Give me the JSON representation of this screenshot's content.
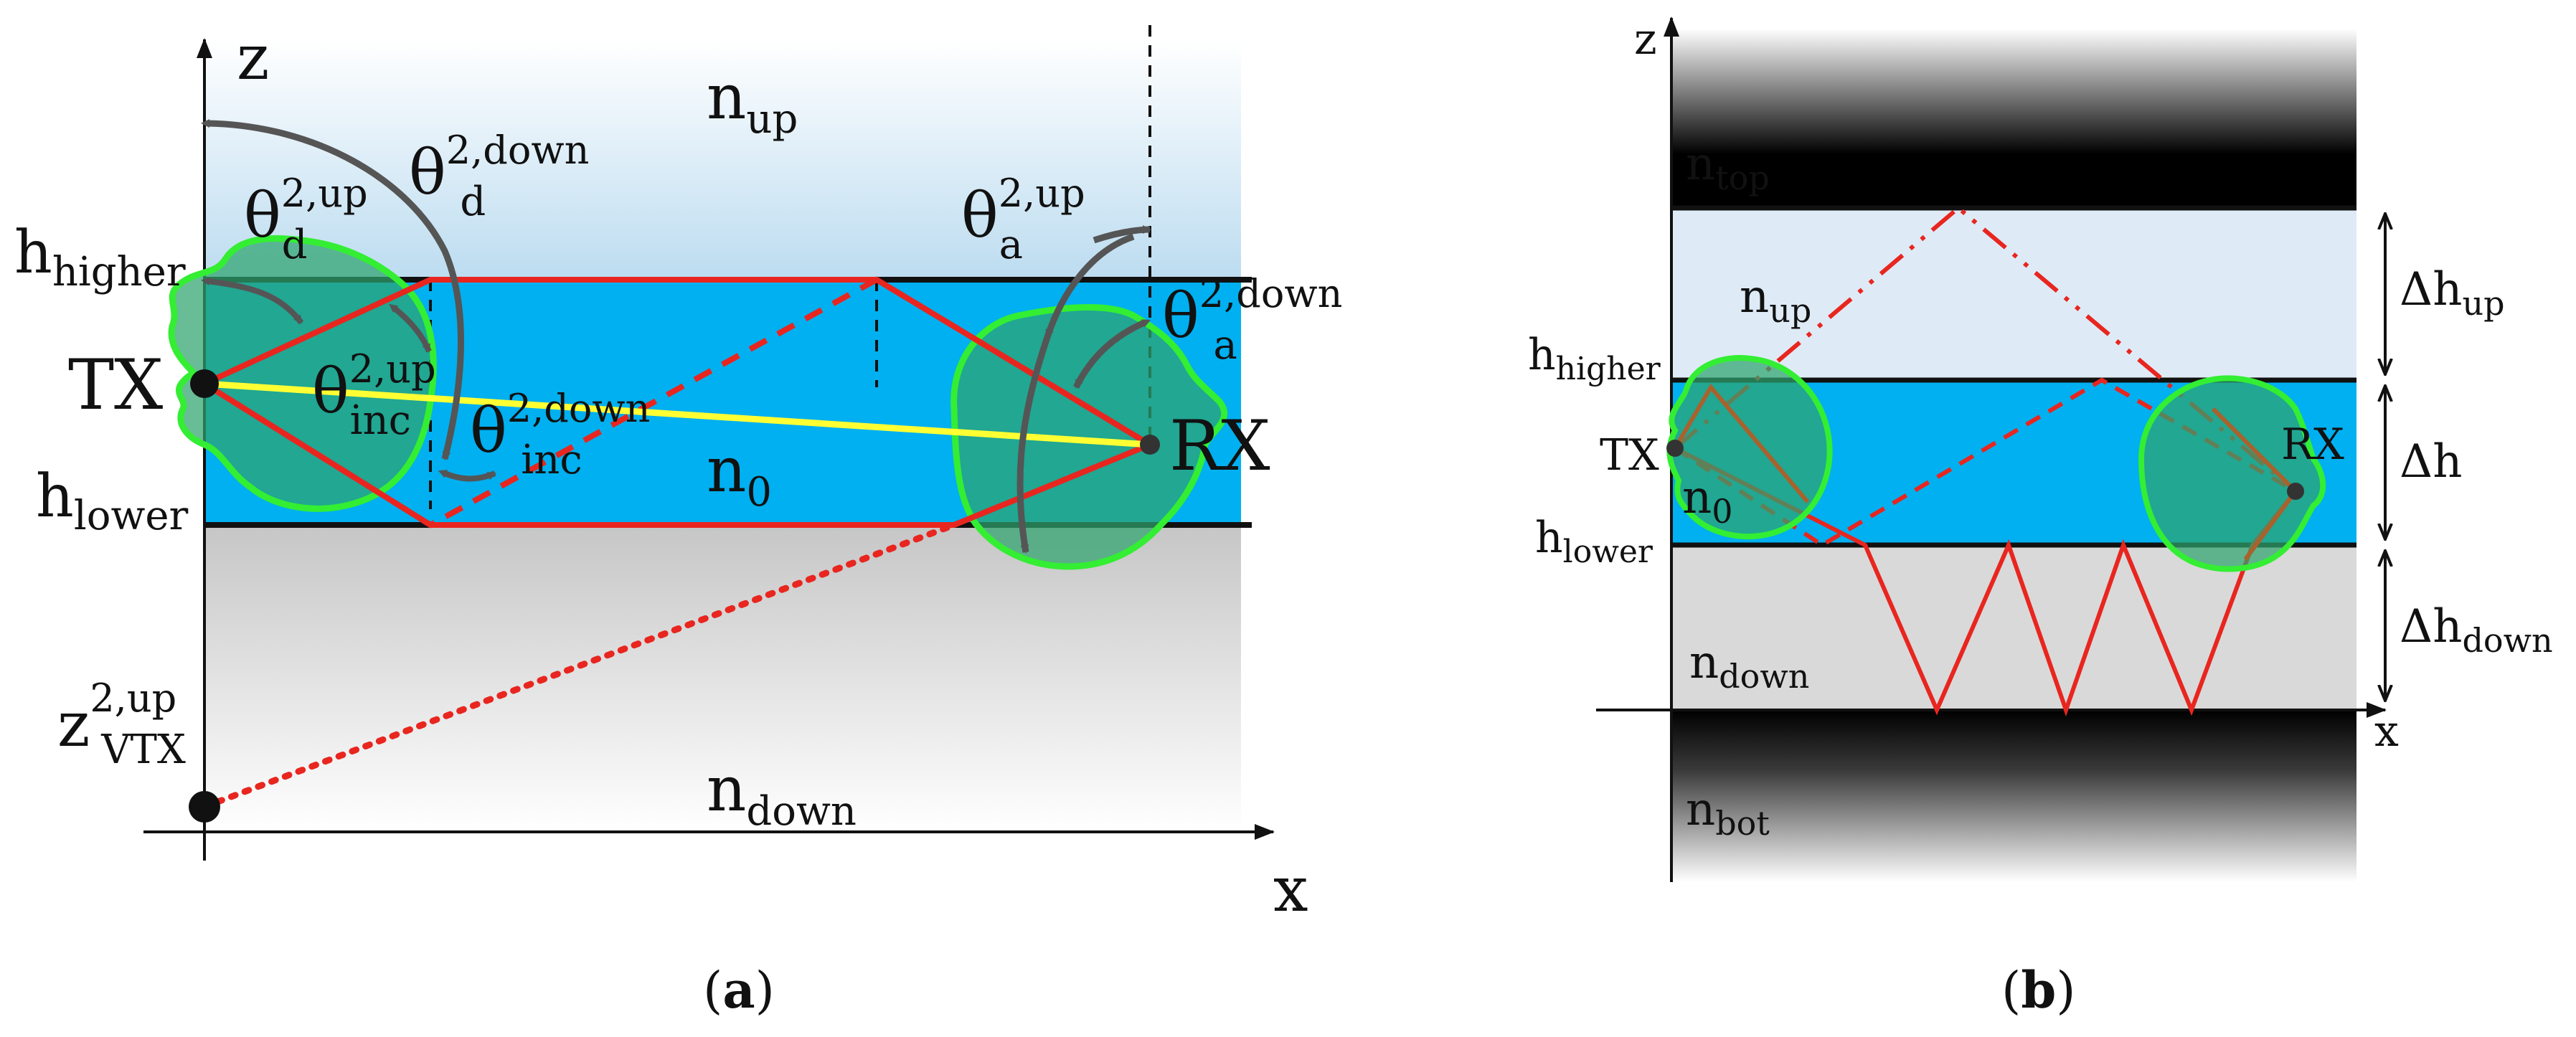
{
  "panel_a": {
    "caption": "a",
    "axis_x": "x",
    "axis_z": "z",
    "layer_up": {
      "base": "n",
      "sub": "up"
    },
    "layer_core": {
      "base": "n",
      "sub": "0"
    },
    "layer_down": {
      "base": "n",
      "sub": "down"
    },
    "h_higher": {
      "base": "h",
      "sub": "higher"
    },
    "h_lower": {
      "base": "h",
      "sub": "lower"
    },
    "tx": "TX",
    "rx": "RX",
    "theta_d_up": {
      "base": "θ",
      "sub": "d",
      "sup": "2,up"
    },
    "theta_d_down": {
      "base": "θ",
      "sub": "d",
      "sup": "2,down"
    },
    "theta_inc_up": {
      "base": "θ",
      "sub": "inc",
      "sup": "2,up"
    },
    "theta_inc_down": {
      "base": "θ",
      "sub": "inc",
      "sup": "2,down"
    },
    "theta_a_up": {
      "base": "θ",
      "sub": "a",
      "sup": "2,up"
    },
    "theta_a_down": {
      "base": "θ",
      "sub": "a",
      "sup": "2,down"
    },
    "z_vtx": {
      "base": "z",
      "sub": "VTX",
      "sup": "2,up"
    }
  },
  "panel_b": {
    "caption": "b",
    "axis_x": "x",
    "axis_z": "z",
    "layer_top": {
      "base": "n",
      "sub": "top"
    },
    "layer_up": {
      "base": "n",
      "sub": "up"
    },
    "layer_core": {
      "base": "n",
      "sub": "0"
    },
    "layer_down": {
      "base": "n",
      "sub": "down"
    },
    "layer_bot": {
      "base": "n",
      "sub": "bot"
    },
    "h_higher": {
      "base": "h",
      "sub": "higher"
    },
    "h_lower": {
      "base": "h",
      "sub": "lower"
    },
    "tx": "TX",
    "rx": "RX",
    "dh_up": {
      "base": "Δh",
      "sub": "up"
    },
    "dh": {
      "base": "Δh"
    },
    "dh_down": {
      "base": "Δh",
      "sub": "down"
    }
  },
  "colors": {
    "core": "#00b0f0",
    "ray": "#e8261f",
    "los": "#ffff33",
    "antenna": "#2ea36e",
    "antenna_edge": "#33ee33"
  }
}
